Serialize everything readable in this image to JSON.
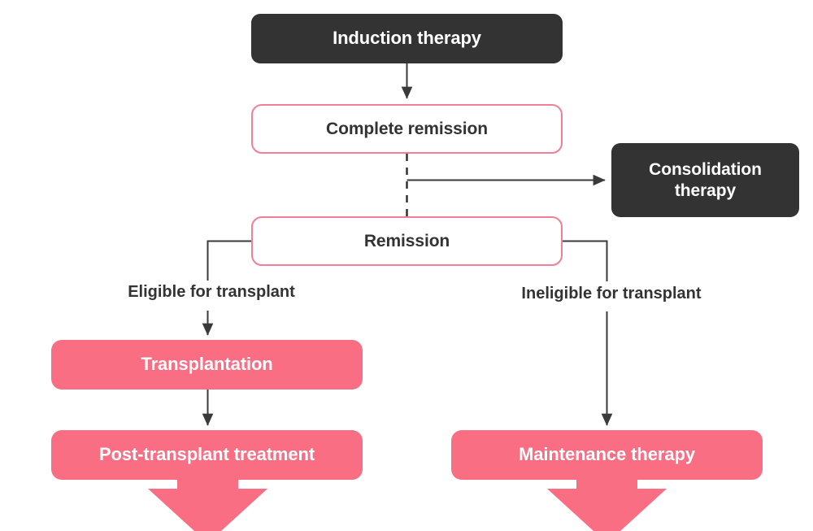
{
  "diagram": {
    "title": "Leukemia treatment pathway flowchart",
    "colors": {
      "dark_node": "#333333",
      "pink_fill": "#fa6e83",
      "pink_border": "#f07f97",
      "connector": "#3a3a3a",
      "background": "#ffffff",
      "text_dark": "#333333",
      "text_light": "#ffffff"
    },
    "nodes": {
      "induction": {
        "label": "Induction therapy",
        "style": "dark"
      },
      "complete_remission": {
        "label": "Complete remission",
        "style": "outline"
      },
      "consolidation": {
        "label": "Consolidation therapy",
        "line1": "Consolidation",
        "line2": "therapy",
        "style": "dark"
      },
      "remission": {
        "label": "Remission",
        "style": "outline"
      },
      "transplantation": {
        "label": "Transplantation",
        "style": "pink"
      },
      "post_transplant": {
        "label": "Post-transplant treatment",
        "style": "pink"
      },
      "maintenance": {
        "label": "Maintenance therapy",
        "style": "pink"
      }
    },
    "branch_labels": {
      "eligible": "Eligible for transplant",
      "ineligible": "Ineligible for transplant"
    },
    "edges": [
      {
        "from": "induction",
        "to": "complete_remission",
        "style": "solid",
        "arrow": true
      },
      {
        "from": "complete_remission",
        "to": "remission",
        "style": "dashed",
        "arrow": false
      },
      {
        "from": "complete_remission",
        "to": "consolidation",
        "style": "solid",
        "arrow": true
      },
      {
        "from": "remission",
        "to": "transplantation",
        "style": "solid",
        "arrow": true,
        "label": "Eligible for transplant"
      },
      {
        "from": "remission",
        "to": "maintenance",
        "style": "solid",
        "arrow": true,
        "label": "Ineligible for transplant"
      },
      {
        "from": "transplantation",
        "to": "post_transplant",
        "style": "solid",
        "arrow": true
      }
    ],
    "terminal_arrows": [
      {
        "below": "post_transplant",
        "style": "block-arrow",
        "color": "#fa6e83"
      },
      {
        "below": "maintenance",
        "style": "block-arrow",
        "color": "#fa6e83"
      }
    ]
  }
}
